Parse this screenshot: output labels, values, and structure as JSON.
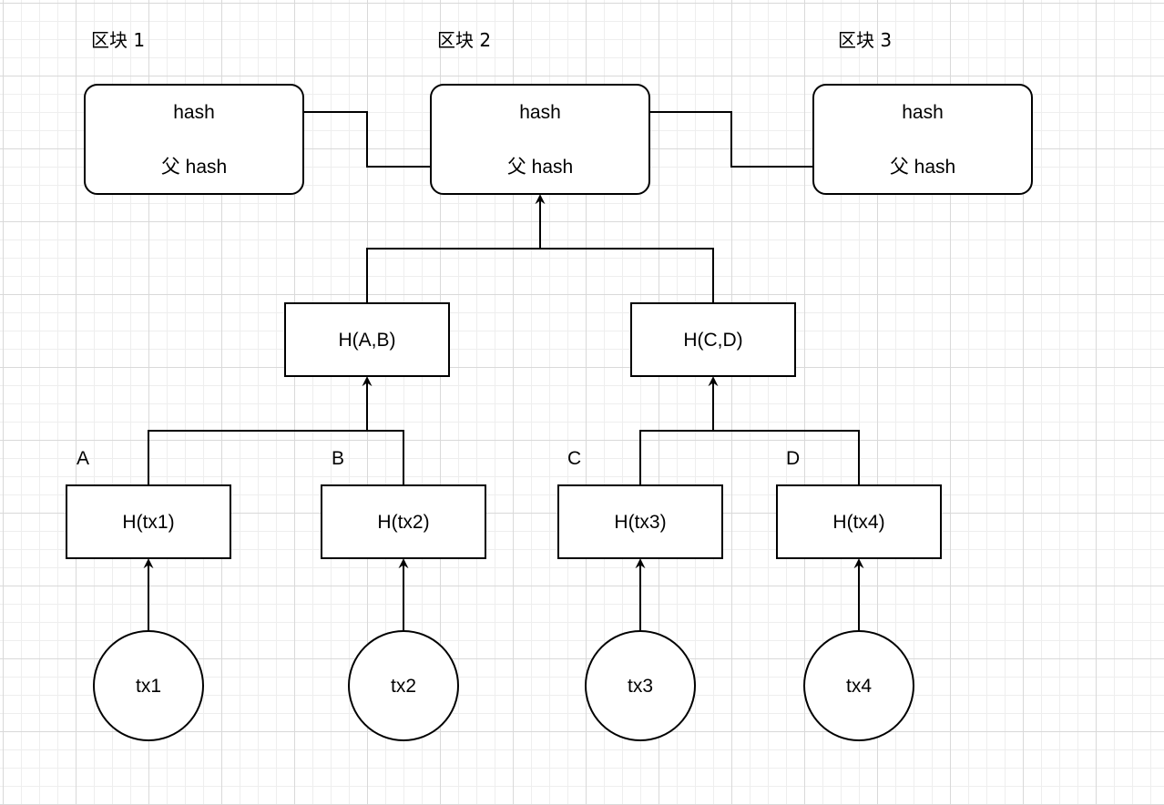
{
  "blocks": [
    {
      "title": "区块 1",
      "hash_label": "hash",
      "parent_hash_label": "父 hash"
    },
    {
      "title": "区块 2",
      "hash_label": "hash",
      "parent_hash_label": "父 hash"
    },
    {
      "title": "区块 3",
      "hash_label": "hash",
      "parent_hash_label": "父 hash"
    }
  ],
  "merkle_tree": {
    "internal_nodes": [
      {
        "label": "H(A,B)"
      },
      {
        "label": "H(C,D)"
      }
    ],
    "leaf_hashes": [
      {
        "id": "A",
        "label": "H(tx1)"
      },
      {
        "id": "B",
        "label": "H(tx2)"
      },
      {
        "id": "C",
        "label": "H(tx3)"
      },
      {
        "id": "D",
        "label": "H(tx4)"
      }
    ],
    "transactions": [
      "tx1",
      "tx2",
      "tx3",
      "tx4"
    ]
  },
  "colors": {
    "background": "#ffffff",
    "grid_major": "#d9d9d9",
    "grid_minor": "#eeeeee",
    "stroke": "#000000"
  }
}
